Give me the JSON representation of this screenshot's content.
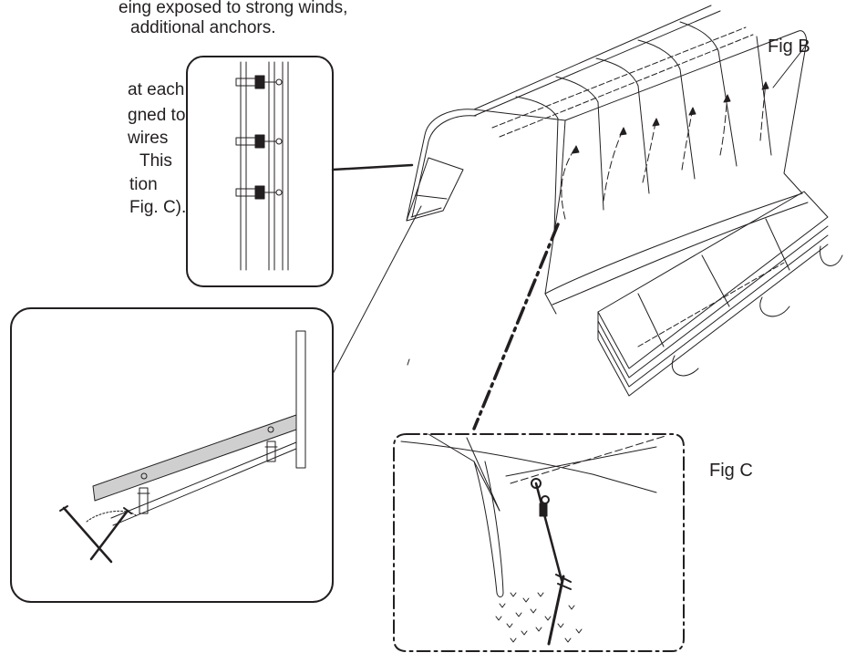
{
  "instructions": {
    "line1": "eing exposed to strong winds,",
    "line2": "additional anchors.",
    "fragments": [
      "at each",
      "gned to",
      "wires",
      "This",
      "tion",
      "Fig. C)."
    ]
  },
  "figures": {
    "fig_b": "Fig B",
    "fig_c": "Fig C"
  }
}
